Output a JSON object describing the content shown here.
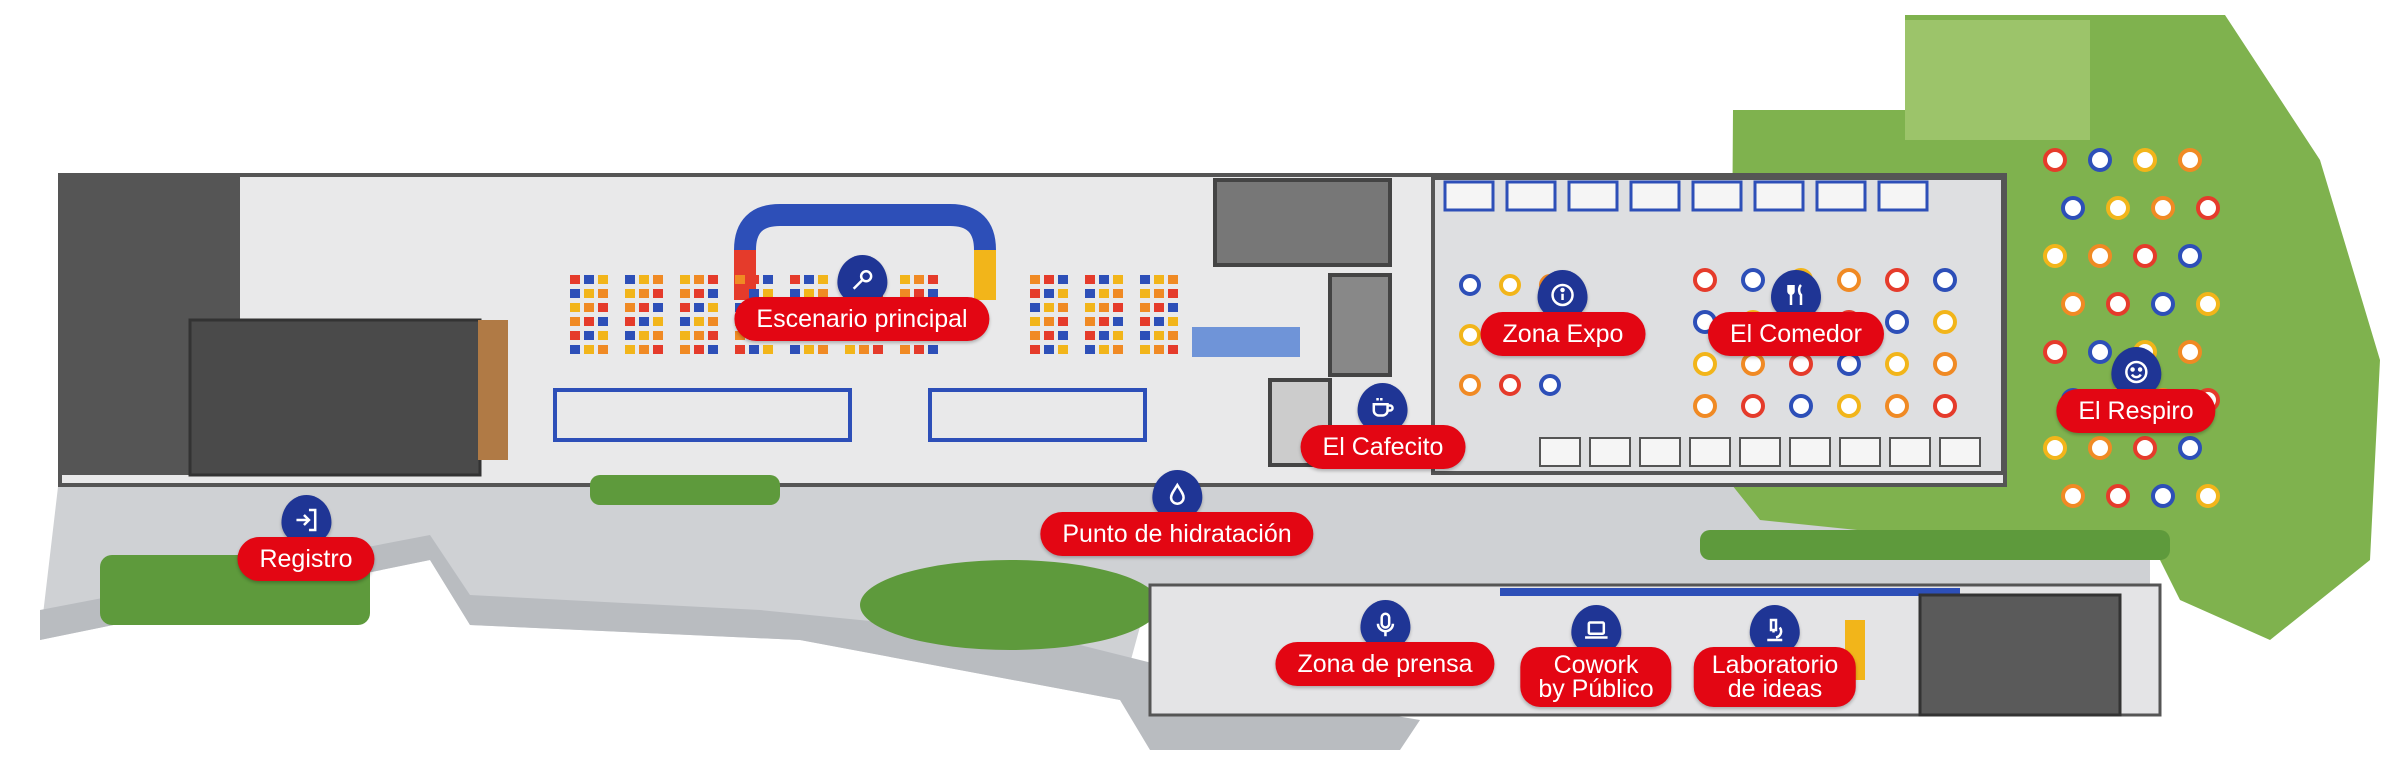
{
  "colors": {
    "pin_blue": "#1f3595",
    "label_red": "#e30613",
    "floor": "#e9e9ea",
    "grass": "#7fb24e",
    "roof": "#4a4a4a",
    "stage_blue": "#2d4fb8",
    "stage_red": "#e53b2b",
    "stage_yellow": "#f2b51a"
  },
  "pins": [
    {
      "id": "registro",
      "icon": "enter-icon",
      "label": "Registro"
    },
    {
      "id": "escenario",
      "icon": "microphone-icon",
      "label": "Escenario principal"
    },
    {
      "id": "hidratacion",
      "icon": "water-drop-icon",
      "label": "Punto de hidratación"
    },
    {
      "id": "cafecito",
      "icon": "coffee-cup-icon",
      "label": "El Cafecito"
    },
    {
      "id": "expo",
      "icon": "info-icon",
      "label": "Zona Expo"
    },
    {
      "id": "comedor",
      "icon": "fork-knife-icon",
      "label": "El Comedor"
    },
    {
      "id": "respiro",
      "icon": "smiley-icon",
      "label": "El Respiro"
    },
    {
      "id": "prensa",
      "icon": "microphone-stand-icon",
      "label": "Zona de prensa"
    },
    {
      "id": "cowork",
      "icon": "laptop-icon",
      "label_line1": "Cowork",
      "label_line2": "by Público"
    },
    {
      "id": "laboratorio",
      "icon": "microscope-icon",
      "label_line1": "Laboratorio",
      "label_line2": "de ideas"
    }
  ]
}
